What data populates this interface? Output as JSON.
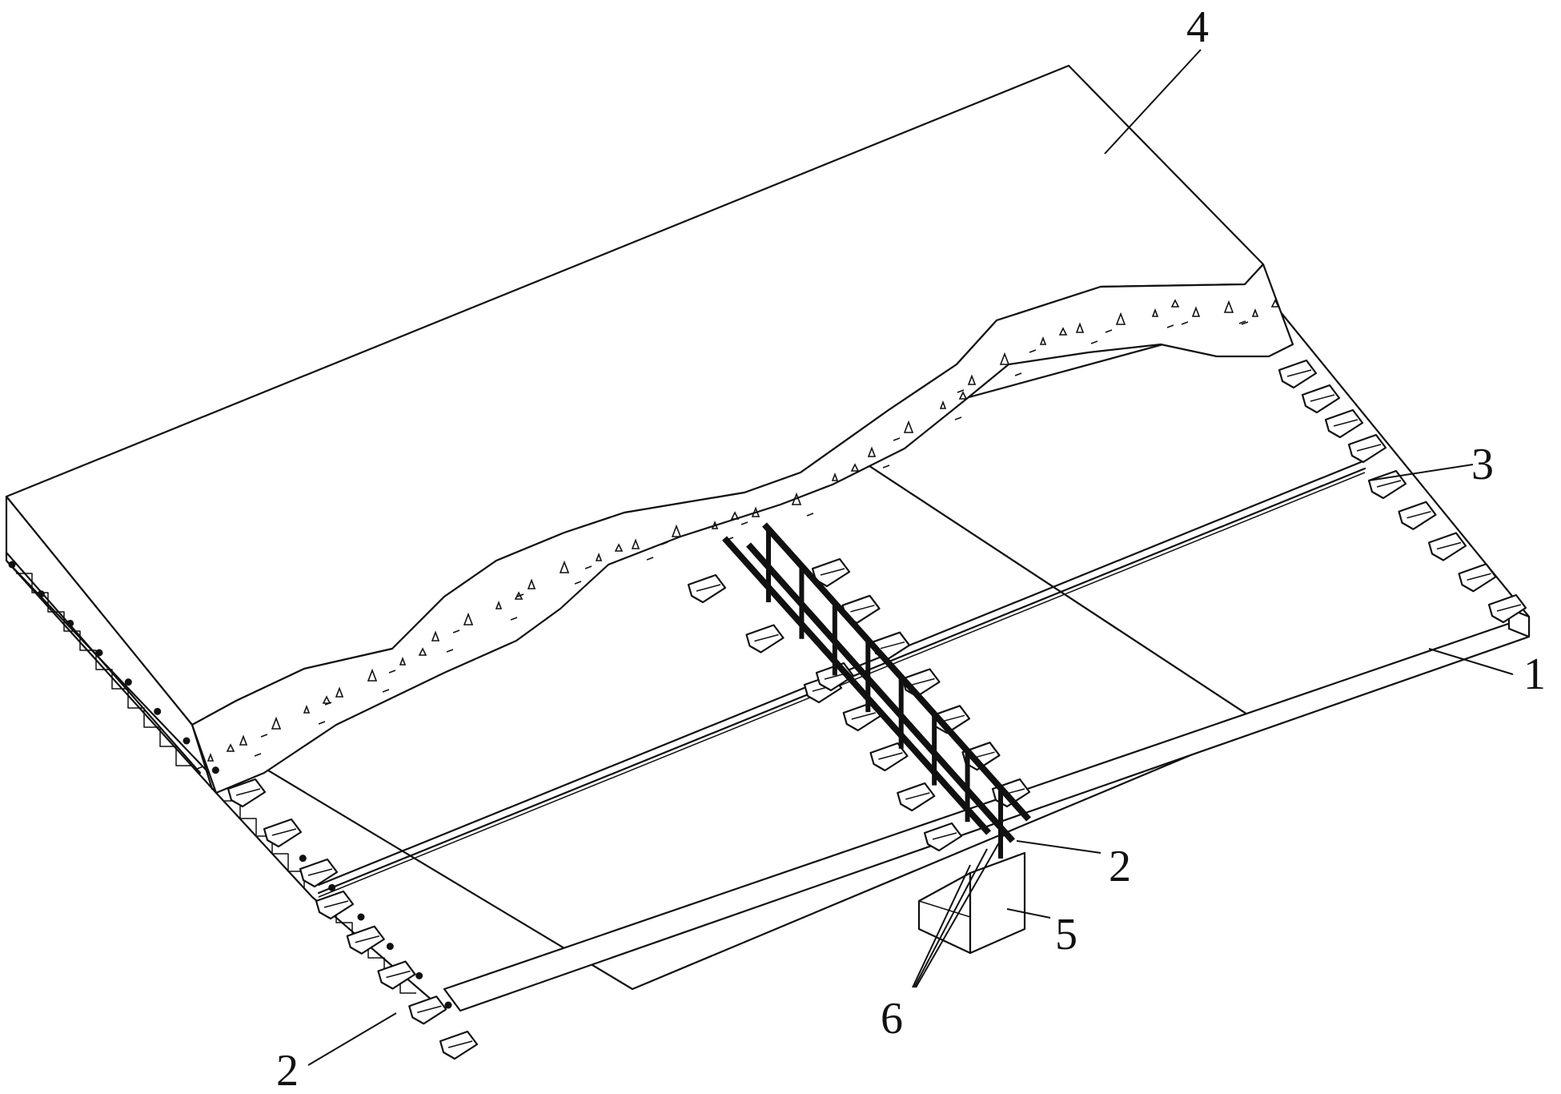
{
  "figure": {
    "labels": {
      "precast_slab": "1",
      "side_groove": "2",
      "side_groove_left": "2",
      "shear_key": "3",
      "cast_in_place_layer": "4",
      "support_beam": "5",
      "reinforcement": "6"
    }
  }
}
